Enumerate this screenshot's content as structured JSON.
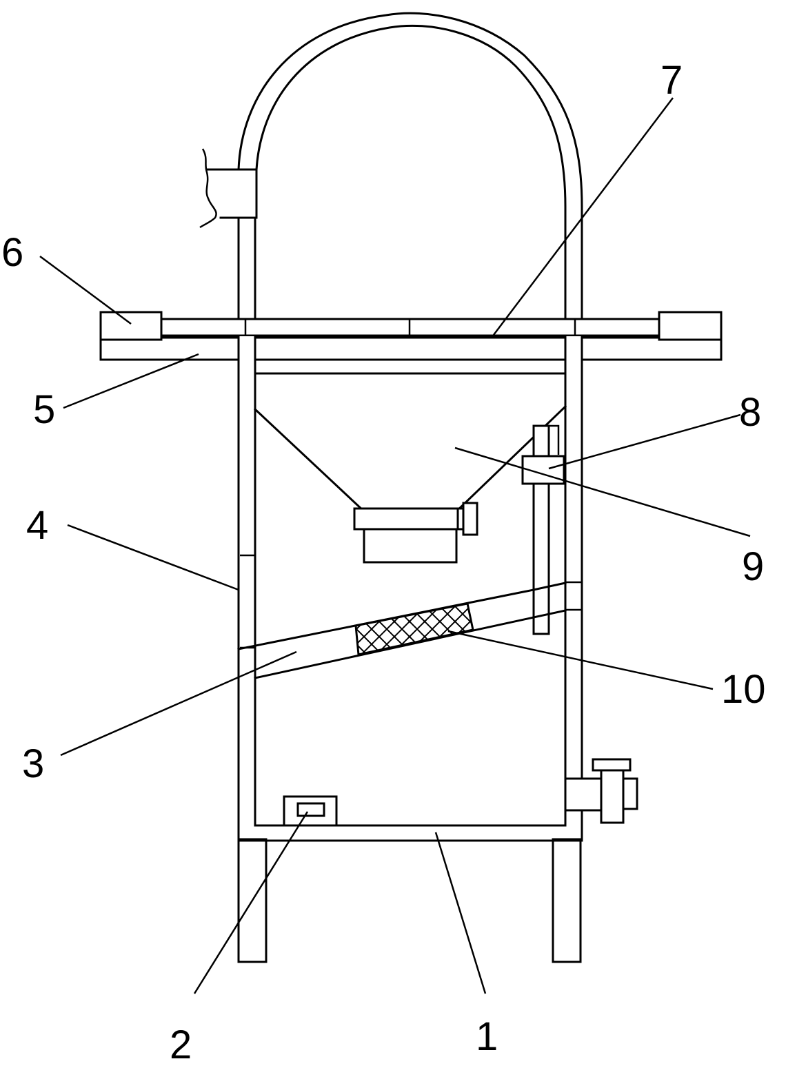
{
  "labels": {
    "l1": "1",
    "l2": "2",
    "l3": "3",
    "l4": "4",
    "l5": "5",
    "l6": "6",
    "l7": "7",
    "l8": "8",
    "l9": "9",
    "l10": "10"
  },
  "colors": {
    "ink": "#000000",
    "paper": "#ffffff"
  }
}
